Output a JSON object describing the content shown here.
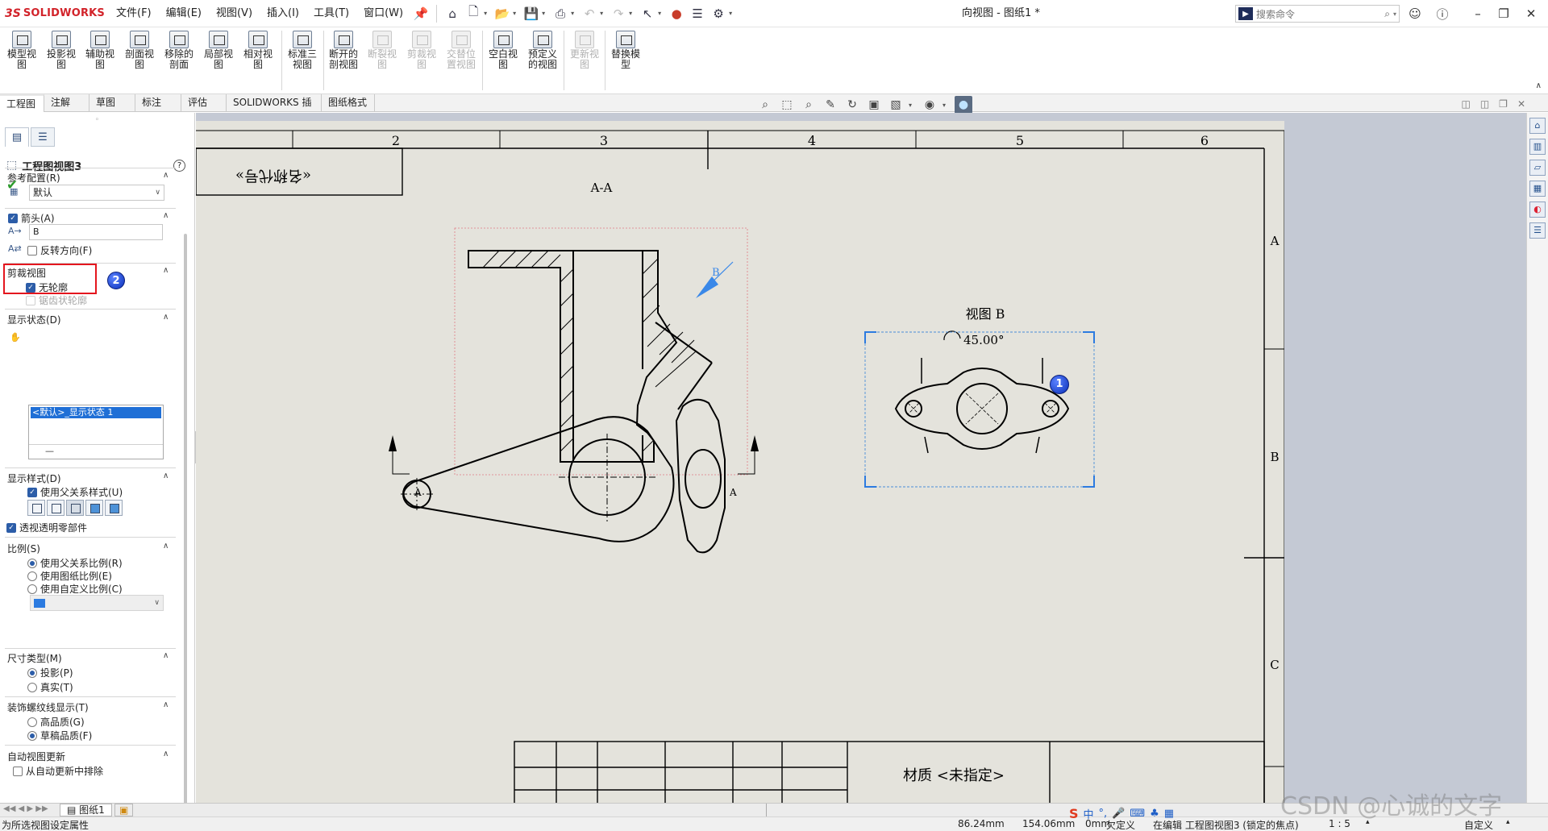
{
  "app": {
    "brand_prefix": "3S",
    "brand_name": "SOLIDWORKS",
    "document_title": "向视图 - 图纸1 *"
  },
  "menu": [
    "文件(F)",
    "编辑(E)",
    "视图(V)",
    "插入(I)",
    "工具(T)",
    "窗口(W)"
  ],
  "search": {
    "placeholder": "搜索命令"
  },
  "commands": [
    {
      "label": "模型视图",
      "enabled": true
    },
    {
      "label": "投影视图",
      "enabled": true
    },
    {
      "label": "辅助视图",
      "enabled": true
    },
    {
      "label": "剖面视图",
      "enabled": true
    },
    {
      "label": "移除的剖面",
      "enabled": true
    },
    {
      "label": "局部视图",
      "enabled": true
    },
    {
      "label": "相对视图",
      "enabled": true
    },
    {
      "label": "标准三视图",
      "enabled": true
    },
    {
      "label": "断开的剖视图",
      "enabled": true
    },
    {
      "label": "断裂视图",
      "enabled": false
    },
    {
      "label": "剪裁视图",
      "enabled": false
    },
    {
      "label": "交替位置视图",
      "enabled": false
    },
    {
      "label": "空白视图",
      "enabled": true
    },
    {
      "label": "预定义的视图",
      "enabled": true
    },
    {
      "label": "更新视图",
      "enabled": false
    },
    {
      "label": "替换模型",
      "enabled": true
    }
  ],
  "tabs": [
    "工程图",
    "注解",
    "草图",
    "标注",
    "评估",
    "SOLIDWORKS 插件",
    "图纸格式"
  ],
  "panel": {
    "title": "工程图视图3",
    "help": "?",
    "ref_config": {
      "title": "参考配置(R)",
      "value": "默认"
    },
    "arrow": {
      "title": "箭头(A)",
      "label_value": "B",
      "reverse": "反转方向(F)",
      "reverse_checked": false
    },
    "crop": {
      "title": "剪裁视图",
      "no_outline": "无轮廓",
      "no_outline_checked": true,
      "jagged": "锯齿状轮廓",
      "jagged_checked": false,
      "jagged_enabled": false
    },
    "display_state": {
      "title": "显示状态(D)",
      "selected": "<默认>_显示状态 1",
      "dash": "—"
    },
    "display_style": {
      "title": "显示样式(D)",
      "use_parent": "使用父关系样式(U)",
      "use_parent_checked": true,
      "transparent": "透视透明零部件",
      "transparent_checked": true
    },
    "scale": {
      "title": "比例(S)",
      "options": [
        "使用父关系比例(R)",
        "使用图纸比例(E)",
        "使用自定义比例(C)"
      ],
      "selected_index": 0
    },
    "dim_type": {
      "title": "尺寸类型(M)",
      "options": [
        "投影(P)",
        "真实(T)"
      ],
      "selected_index": 0
    },
    "thread": {
      "title": "装饰螺纹线显示(T)",
      "options": [
        "高品质(G)",
        "草稿品质(F)"
      ],
      "selected_index": 1
    },
    "auto_update": {
      "title": "自动视图更新",
      "exclude": "从自动更新中排除",
      "exclude_checked": false
    }
  },
  "callouts": {
    "one": "1",
    "two": "2"
  },
  "drawing": {
    "zone_numbers": [
      "2",
      "3",
      "4",
      "5",
      "6"
    ],
    "zone_letters": [
      "A",
      "B",
      "C"
    ],
    "top_left_box_text": "«名称代号»",
    "section_label": "A-A",
    "arrow_label": "B",
    "view_b_label": "视图 B",
    "rotation_label": "45.00°",
    "section_line_label_left": "A",
    "section_line_label_right": "A",
    "material_text": "材质 <未指定>"
  },
  "sheet_tab": "图纸1",
  "status": {
    "hint": "为所选视图设定属性",
    "x": "86.24mm",
    "y": "154.06mm",
    "z": "0mm",
    "state": "欠定义",
    "editing": "在编辑 工程图视图3 (锁定的焦点)",
    "scale": "1 : 5",
    "units": "自定义"
  },
  "watermark": "CSDN @心诚的文字",
  "ime": {
    "logo": "S",
    "mode": "中"
  },
  "colors": {
    "brand_red": "#d2232a",
    "sheet_bg": "#e4e3dc",
    "graphics_bg": "#c4c9d4",
    "selection_blue": "#1f6fd6",
    "highlight_red": "#e4161e",
    "callout_blue": "#0a2fb8"
  }
}
